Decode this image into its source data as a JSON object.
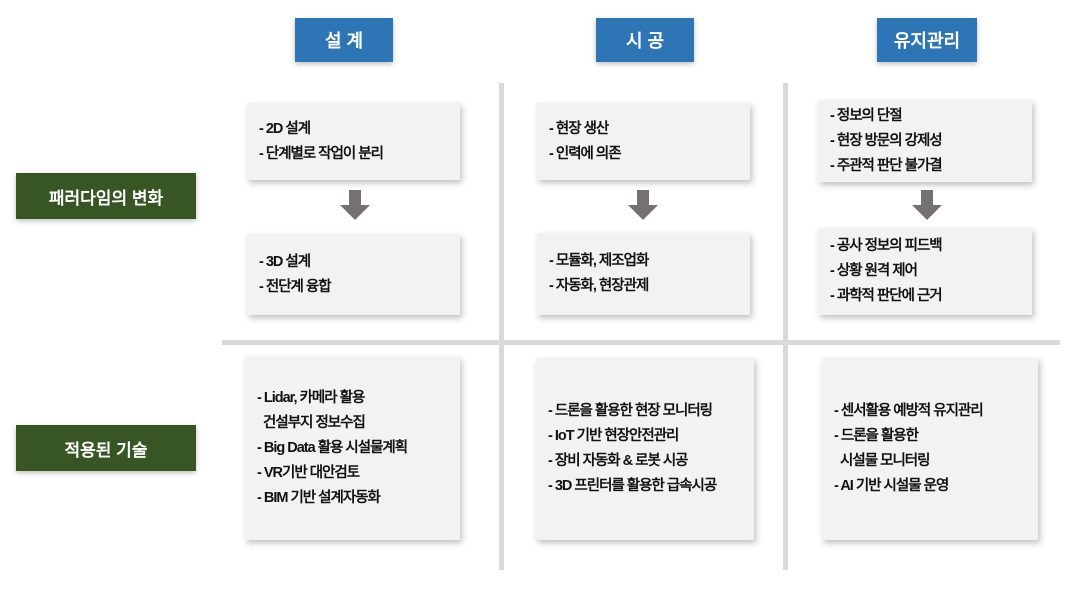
{
  "columns": [
    {
      "title": "설 계"
    },
    {
      "title": "시 공"
    },
    {
      "title": "유지관리"
    }
  ],
  "rows": [
    {
      "label": "패러다임의 변화"
    },
    {
      "label": "적용된 기술"
    }
  ],
  "paradigm": {
    "before": [
      [
        "- 2D 설계",
        "- 단계별로 작업이 분리"
      ],
      [
        "- 현장 생산",
        "- 인력에 의존"
      ],
      [
        "- 정보의 단절",
        "- 현장 방문의 강제성",
        "- 주관적 판단 불가결"
      ]
    ],
    "after": [
      [
        "- 3D 설계",
        "- 전단계 융합"
      ],
      [
        "- 모듈화, 제조업화",
        "- 자동화, 현장관제"
      ],
      [
        "- 공사 정보의 피드백",
        "- 상황 원격 제어",
        "- 과학적 판단에 근거"
      ]
    ]
  },
  "tech": [
    [
      "- Lidar, 카메라 활용",
      "  건설부지 정보수집",
      "- Big Data 활용 시설물계획",
      "- VR기반 대안검토",
      "- BIM 기반 설계자동화"
    ],
    [
      "- 드론을 활용한 현장 모니터링",
      "- IoT 기반 현장안전관리",
      "- 장비 자동화 & 로봇 시공",
      "- 3D 프린터를 활용한 급속시공"
    ],
    [
      "- 센서활용 예방적 유지관리",
      "- 드론을 활용한",
      "  시설물 모니터링",
      "- AI 기반 시설물 운영"
    ]
  ],
  "colors": {
    "header": "#2e75b6",
    "label": "#375623",
    "box": "#f2f2f2",
    "arrow": "#767171"
  }
}
